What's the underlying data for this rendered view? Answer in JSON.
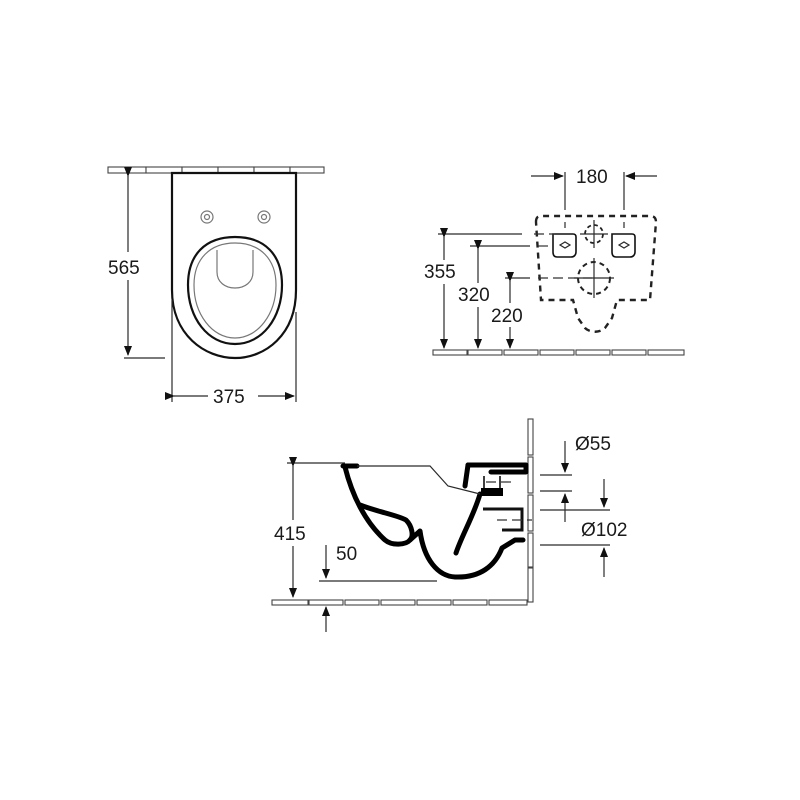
{
  "drawing": {
    "subject": "wall-hung toilet dimensional drawing",
    "views": {
      "top_view": {
        "height_dim": "565",
        "width_dim": "375"
      },
      "rear_view": {
        "bolt_spacing_dim": "180",
        "bolt_height_dim": "355",
        "water_inlet_height_dim": "320",
        "waste_outlet_height_dim": "220"
      },
      "side_view": {
        "rim_height_dim": "415",
        "floor_clearance_dim": "50",
        "inlet_diameter_dim": "Ø55",
        "outlet_diameter_dim": "Ø102"
      }
    },
    "colors": {
      "line": "#111111",
      "background": "#ffffff"
    }
  }
}
